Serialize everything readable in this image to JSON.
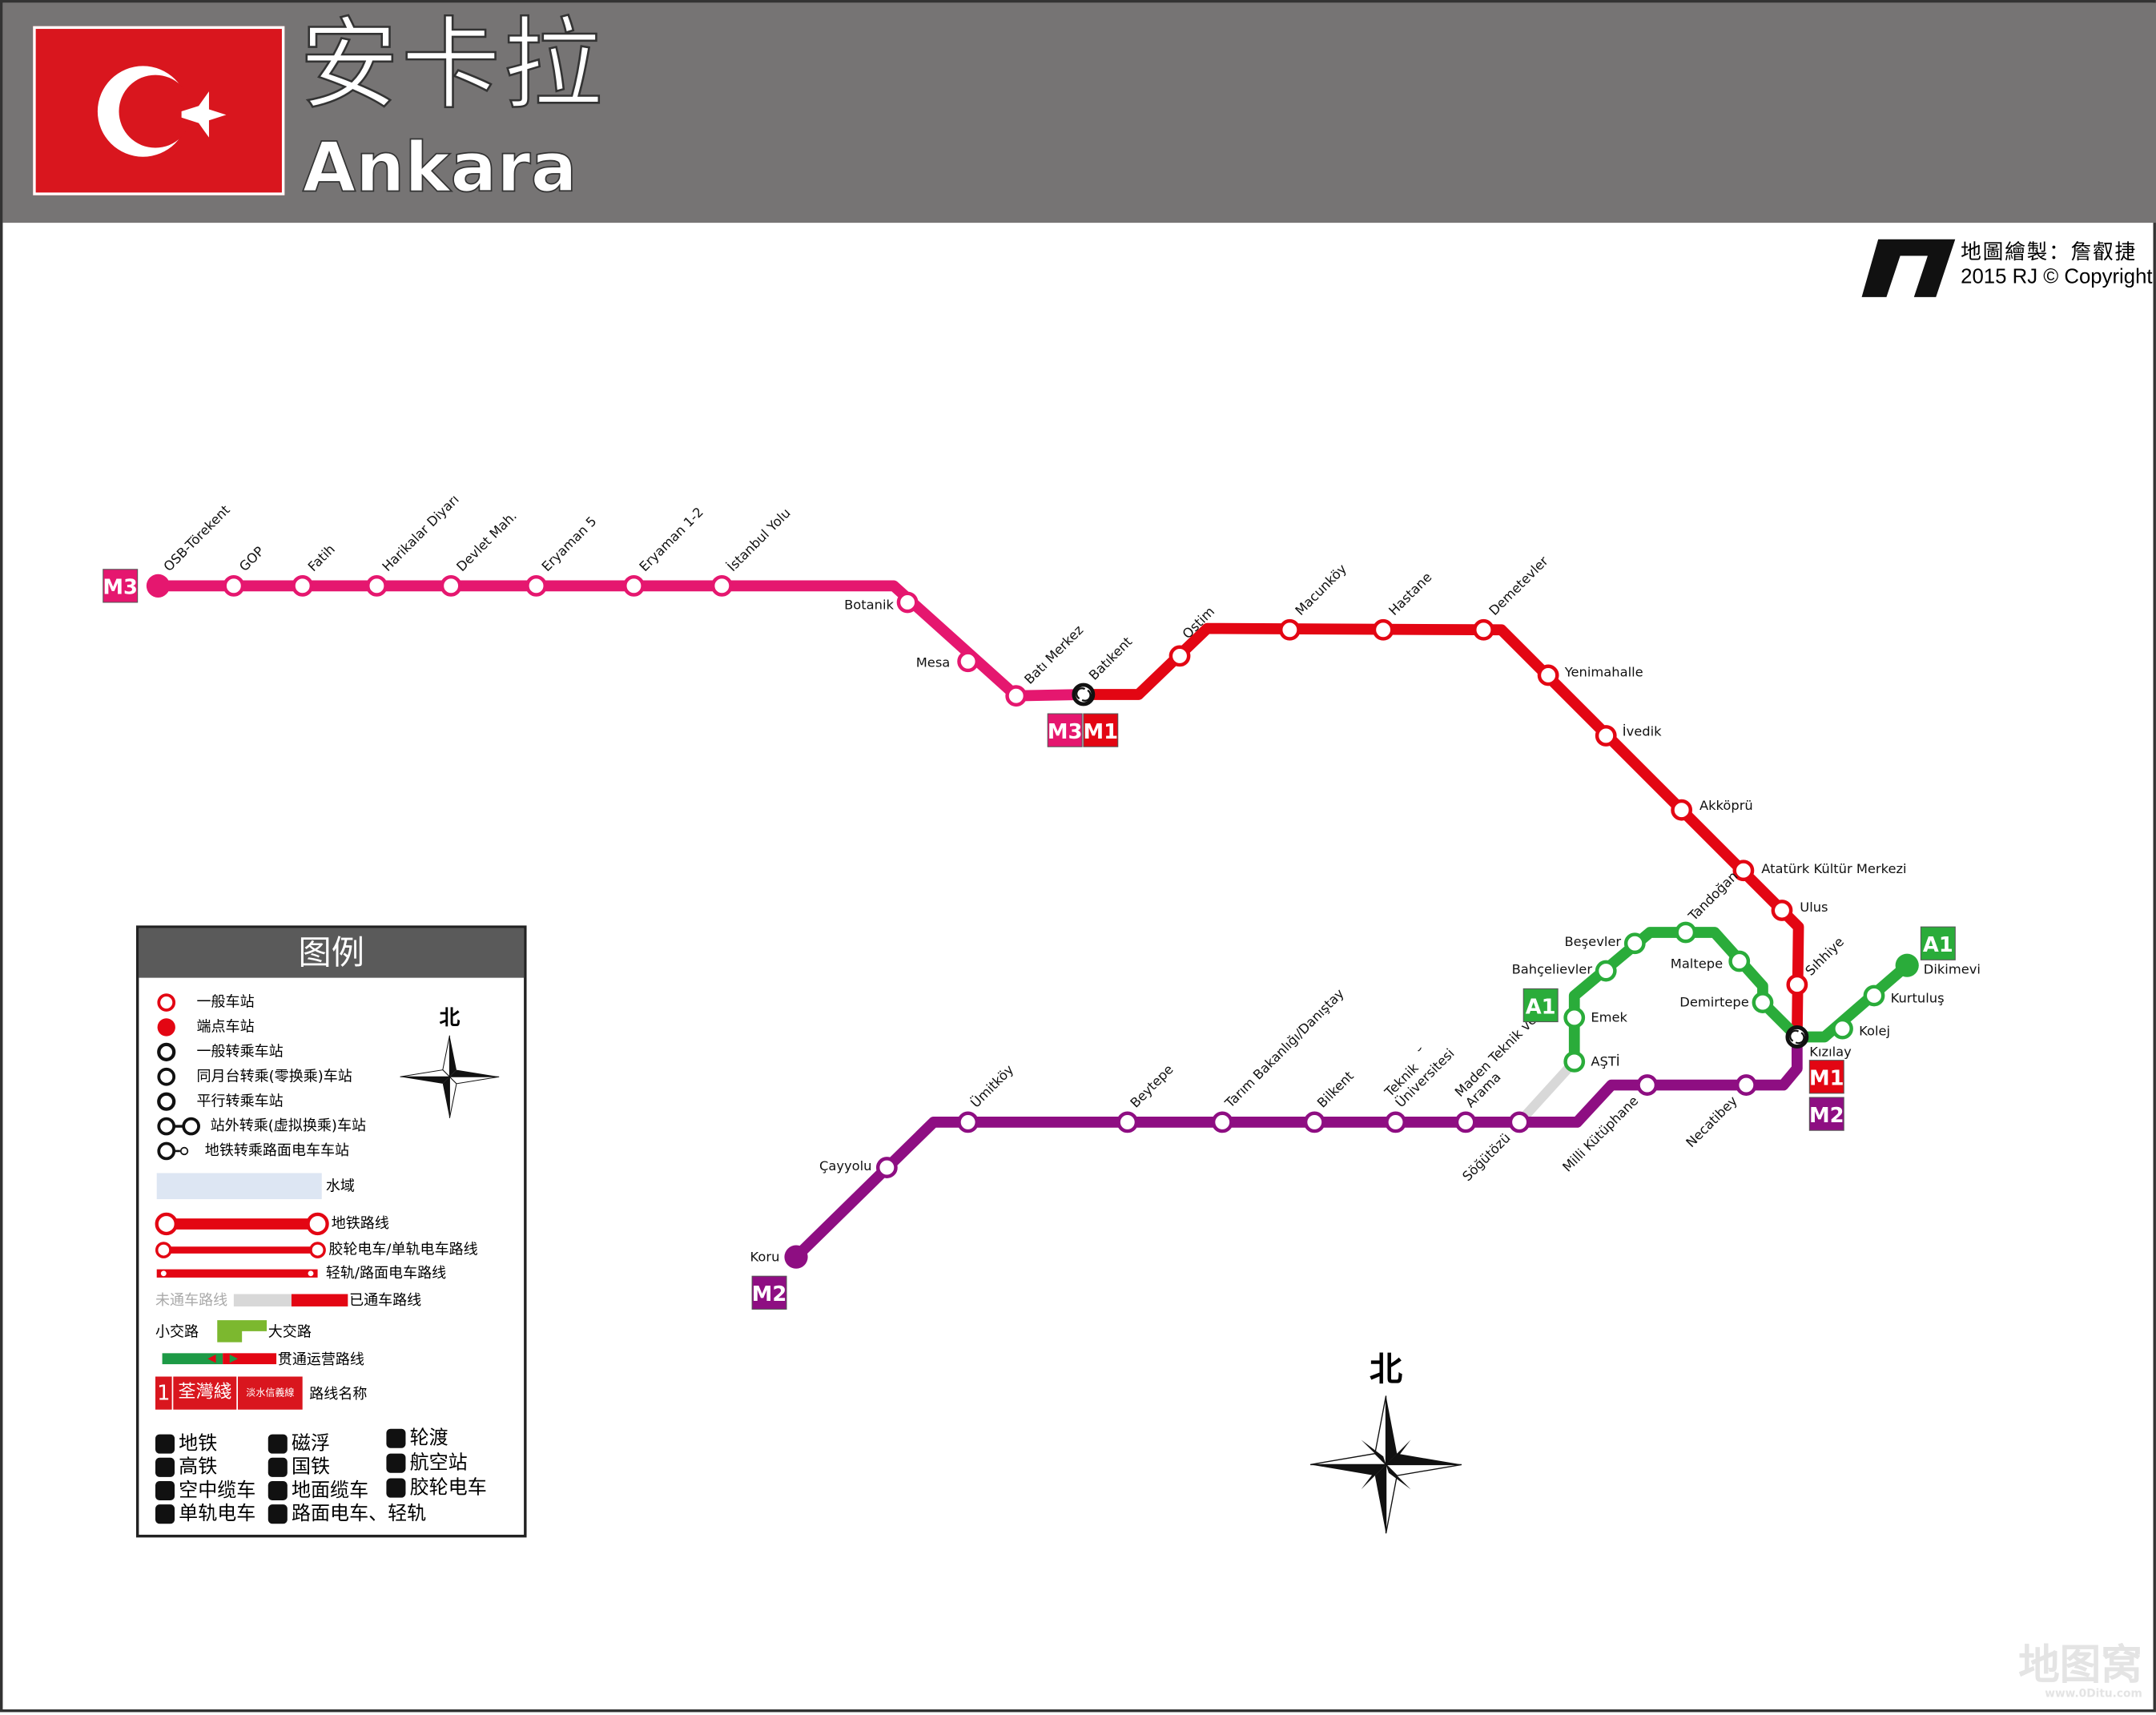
{
  "header": {
    "title_cn": "安卡拉",
    "title_en": "Ankara"
  },
  "credit": {
    "logo": "RJ",
    "line1": "地圖繪製：詹叡捷",
    "line2": "2015 RJ © Copyright"
  },
  "colors": {
    "m1": "#e30613",
    "m2": "#8e0e82",
    "m3": "#e5176f",
    "a1": "#2aac3a",
    "planned": "#d8d8d8",
    "header": "#767474"
  },
  "lines": {
    "m3": {
      "badge": "M3",
      "stations": [
        "OSB-Törekent",
        "GOP",
        "Fatih",
        "Harikalar Diyarı",
        "Devlet Mah.",
        "Eryaman 5",
        "Eryaman 1-2",
        "İstanbul Yolu",
        "Botanik",
        "Mesa",
        "Batı Merkez"
      ]
    },
    "m1": {
      "badge": "M1",
      "stations": [
        "Batıkent",
        "Ostim",
        "Macunköy",
        "Hastane",
        "Demetevler",
        "Yenimahalle",
        "İvedik",
        "Akköprü",
        "Atatürk Kültür Merkezi",
        "Ulus",
        "Sıhhiye",
        "Kızılay"
      ]
    },
    "m2": {
      "badge": "M2",
      "stations": [
        "Necatibey",
        "Milli Kütüphane",
        "Söğütözü",
        "Maden Teknik ve Arama",
        "Orta Doğu Teknik Üniversitesi",
        "Bilkent",
        "Tarım Bakanlığı/Danıştay",
        "Beytepe",
        "Ümitköy",
        "Çayyolu",
        "Koru"
      ]
    },
    "a1": {
      "badge": "A1",
      "stations": [
        "AŞTİ",
        "Emek",
        "Bahçelievler",
        "Beşevler",
        "Tandoğan",
        "Maltepe",
        "Demirtepe",
        "Kolej",
        "Kurtuluş",
        "Dikimevi"
      ]
    }
  },
  "compass": {
    "label": "北"
  },
  "legend": {
    "title": "图例",
    "north": "北",
    "symbols": [
      "一般车站",
      "端点车站",
      "一般转乘车站",
      "同月台转乘(零换乘)车站",
      "平行转乘车站",
      "站外转乘(虚拟换乘)车站",
      "地铁转乘路面电车车站"
    ],
    "water": "水域",
    "lines": [
      "地铁路线",
      "胶轮电车/单轨电车路线",
      "轻轨/路面电车路线"
    ],
    "unopened": "未通车路线",
    "opened": "已通车路线",
    "short_route": "小交路",
    "long_route": "大交路",
    "through": "贯通运营路线",
    "name_sample": {
      "num": "1",
      "name": "荃灣綫",
      "alt": "淡水信義線",
      "label": "路线名称"
    },
    "transport": [
      "地铁",
      "磁浮",
      "轮渡",
      "高铁",
      "国铁",
      "航空站",
      "空中缆车",
      "地面缆车",
      "胶轮电车",
      "单轨电车",
      "路面电车、轻轨"
    ]
  },
  "watermark": {
    "text": "地图窝",
    "url": "www.0Ditu.com"
  }
}
